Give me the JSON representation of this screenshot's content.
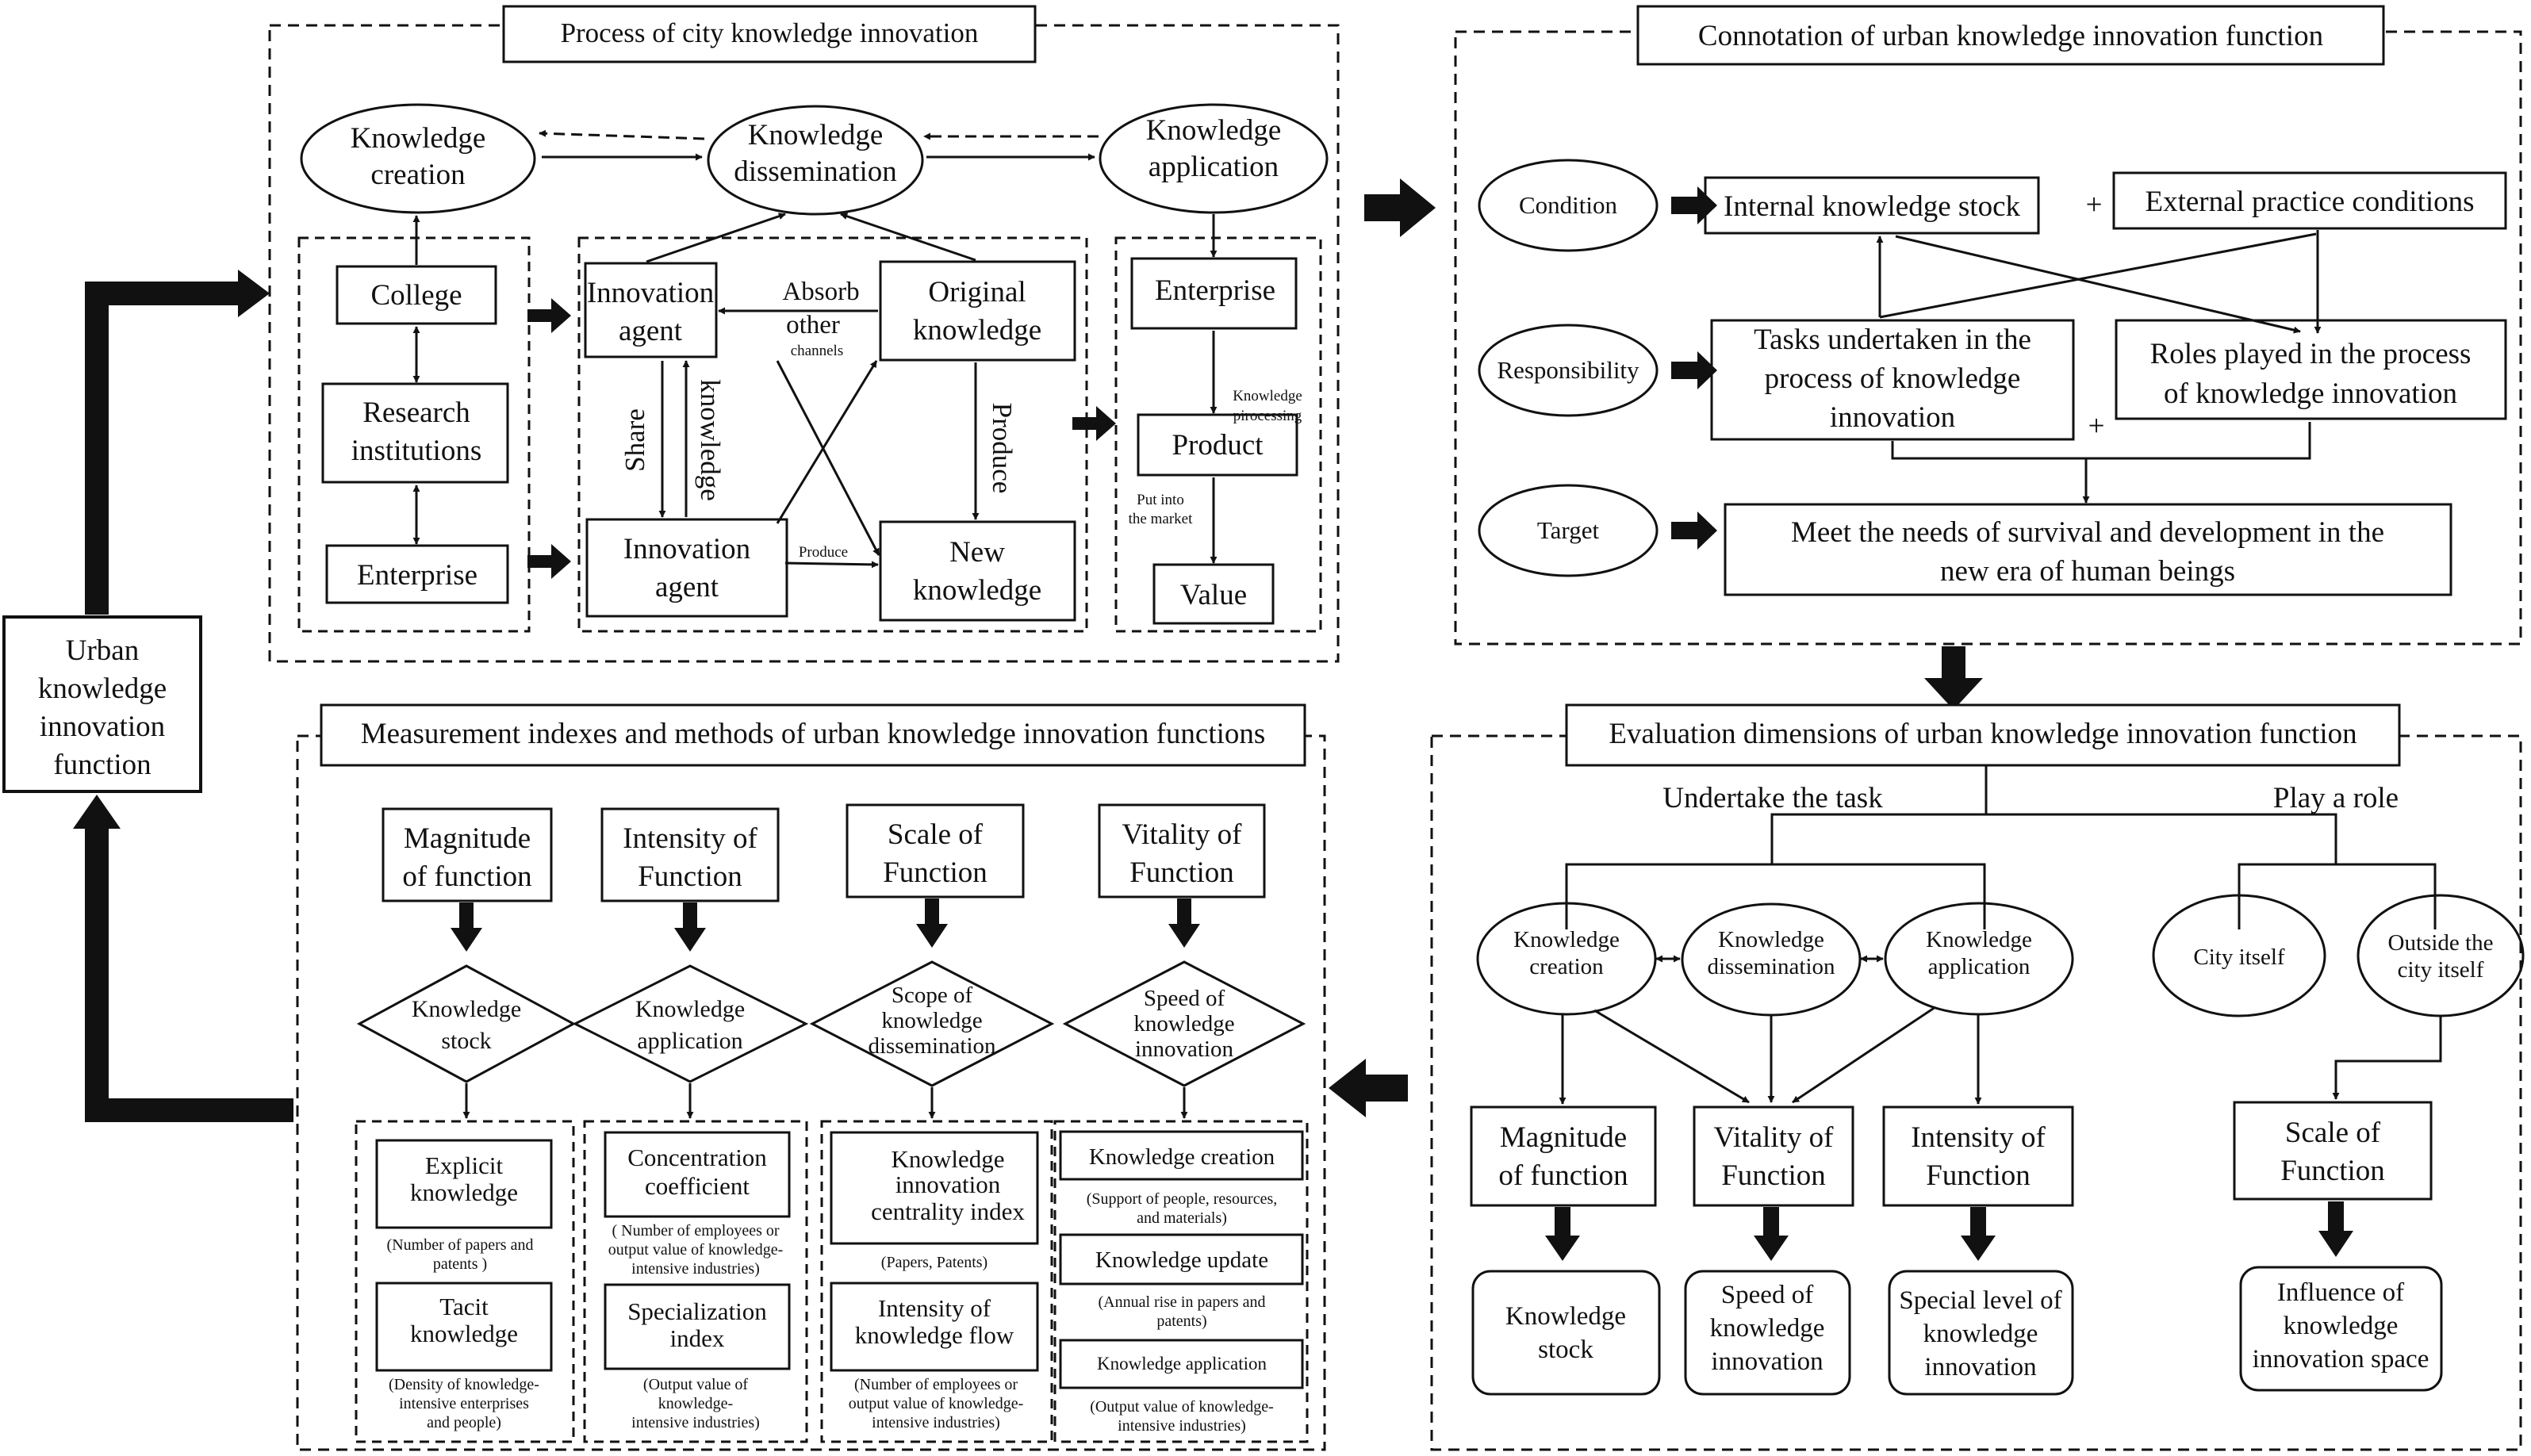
{
  "main": {
    "label": [
      "Urban",
      "knowledge",
      "innovation",
      "function"
    ]
  },
  "process": {
    "title": "Process of city knowledge innovation",
    "creation": [
      "Knowledge",
      "creation"
    ],
    "dissemination": [
      "Knowledge",
      "dissemination"
    ],
    "application": [
      "Knowledge",
      "application"
    ],
    "college": "College",
    "research": [
      "Research",
      "institutions"
    ],
    "enterprise_left": "Enterprise",
    "agent_top": [
      "Innovation",
      "agent"
    ],
    "agent_bottom": [
      "Innovation",
      "agent"
    ],
    "original": [
      "Original",
      "knowledge"
    ],
    "new_knowledge": [
      "New",
      "knowledge"
    ],
    "absorb": "Absorb",
    "other": "other",
    "channels": "channels",
    "share": "Share",
    "knowledge_vertical": "knowledge",
    "produce_vertical": "Produce",
    "produce_small": "Produce",
    "enterprise_right": "Enterprise",
    "product": "Product",
    "value": "Value",
    "processing": [
      "Knowledge",
      "pirocessing"
    ],
    "market": [
      "Put into",
      "the market"
    ]
  },
  "connotation": {
    "title": "Connotation of urban knowledge innovation function",
    "condition": "Condition",
    "responsibility": "Responsibility",
    "target": "Target",
    "internal": "Internal knowledge stock",
    "external": "External practice conditions",
    "plus": "+",
    "tasks": [
      "Tasks undertaken in the",
      "process of knowledge",
      "innovation"
    ],
    "roles": [
      "Roles played in the process",
      "of  knowledge innovation"
    ],
    "needs": [
      "Meet the needs of survival and development in the",
      "new era of human beings"
    ]
  },
  "evaluation": {
    "title": "Evaluation dimensions of urban knowledge innovation function",
    "undertake": "Undertake the task",
    "play_role": "Play a role",
    "creation": [
      "Knowledge",
      "creation"
    ],
    "dissemination": [
      "Knowledge",
      "dissemination"
    ],
    "application": [
      "Knowledge",
      "application"
    ],
    "city_itself": "City itself",
    "outside": [
      "Outside the",
      "city itself"
    ],
    "magnitude": [
      "Magnitude",
      "of function"
    ],
    "vitality": [
      "Vitality of",
      "Function"
    ],
    "intensity": [
      "Intensity of",
      "Function"
    ],
    "scale": [
      "Scale of",
      "Function"
    ],
    "stock": [
      "Knowledge",
      "stock"
    ],
    "speed": [
      "Speed of",
      "knowledge",
      "innovation"
    ],
    "special": [
      "Special level of",
      "knowledge",
      "innovation"
    ],
    "influence": [
      "Influence of",
      "knowledge",
      "innovation space"
    ]
  },
  "measurement": {
    "title": "Measurement indexes and methods of urban knowledge innovation functions",
    "magnitude": [
      "Magnitude",
      "of function"
    ],
    "intensity": [
      "Intensity of",
      "Function"
    ],
    "scale": [
      "Scale of",
      "Function"
    ],
    "vitality": [
      "Vitality of",
      "Function"
    ],
    "d_stock": [
      "Knowledge",
      "stock"
    ],
    "d_application": [
      "Knowledge",
      "application"
    ],
    "d_scope": [
      "Scope of",
      "knowledge",
      "dissemination"
    ],
    "d_speed": [
      "Speed of",
      "knowledge",
      "innovation"
    ],
    "explicit": [
      "Explicit",
      "knowledge"
    ],
    "explicit_note": [
      "(Number of papers and",
      "patents )"
    ],
    "tacit": [
      "Tacit",
      "knowledge"
    ],
    "tacit_note": [
      "(Density of knowledge-",
      "intensive enterprises",
      "and people)"
    ],
    "concentration": [
      "Concentration",
      "coefficient"
    ],
    "concentration_note": [
      "( Number of employees or",
      "output value of knowledge-",
      "intensive industries)"
    ],
    "specialization": [
      "Specialization",
      "index"
    ],
    "specialization_note": [
      "(Output value of",
      "knowledge-",
      "intensive industries)"
    ],
    "centrality": [
      "Knowledge",
      "innovation",
      "centrality index"
    ],
    "centrality_note": "(Papers, Patents)",
    "flow": [
      "Intensity of",
      "knowledge flow"
    ],
    "flow_note": [
      "(Number of employees or",
      "output value of knowledge-",
      "intensive industries)"
    ],
    "k_creation": "Knowledge creation",
    "k_creation_note": [
      "(Support of people, resources,",
      "and materials)"
    ],
    "k_update": "Knowledge update",
    "k_update_note": [
      "(Annual rise in papers and",
      "patents)"
    ],
    "k_application": "Knowledge application",
    "k_application_note": [
      "(Output value of knowledge-",
      "intensive industries)"
    ]
  }
}
